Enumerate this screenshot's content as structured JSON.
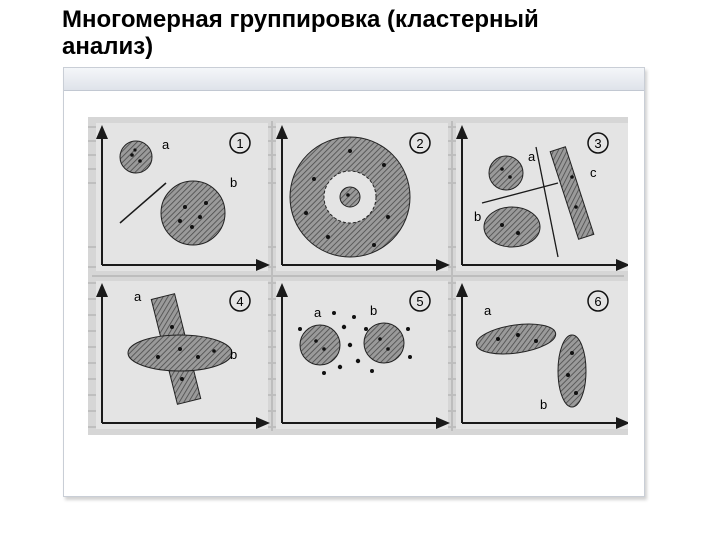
{
  "slide": {
    "title_line1": "Многомерная группировка (кластерный",
    "title_line2": "анализ)"
  },
  "figure": {
    "panels": [
      {
        "number": "1",
        "labels": [
          "a",
          "b"
        ]
      },
      {
        "number": "2",
        "labels": []
      },
      {
        "number": "3",
        "labels": [
          "a",
          "b",
          "c"
        ]
      },
      {
        "number": "4",
        "labels": [
          "a",
          "b"
        ]
      },
      {
        "number": "5",
        "labels": [
          "a",
          "b"
        ]
      },
      {
        "number": "6",
        "labels": [
          "a",
          "b"
        ]
      }
    ],
    "colors": {
      "paper": "#d8d8d8",
      "ink": "#1a1a1a",
      "hatch": "#6a6a6a"
    }
  }
}
